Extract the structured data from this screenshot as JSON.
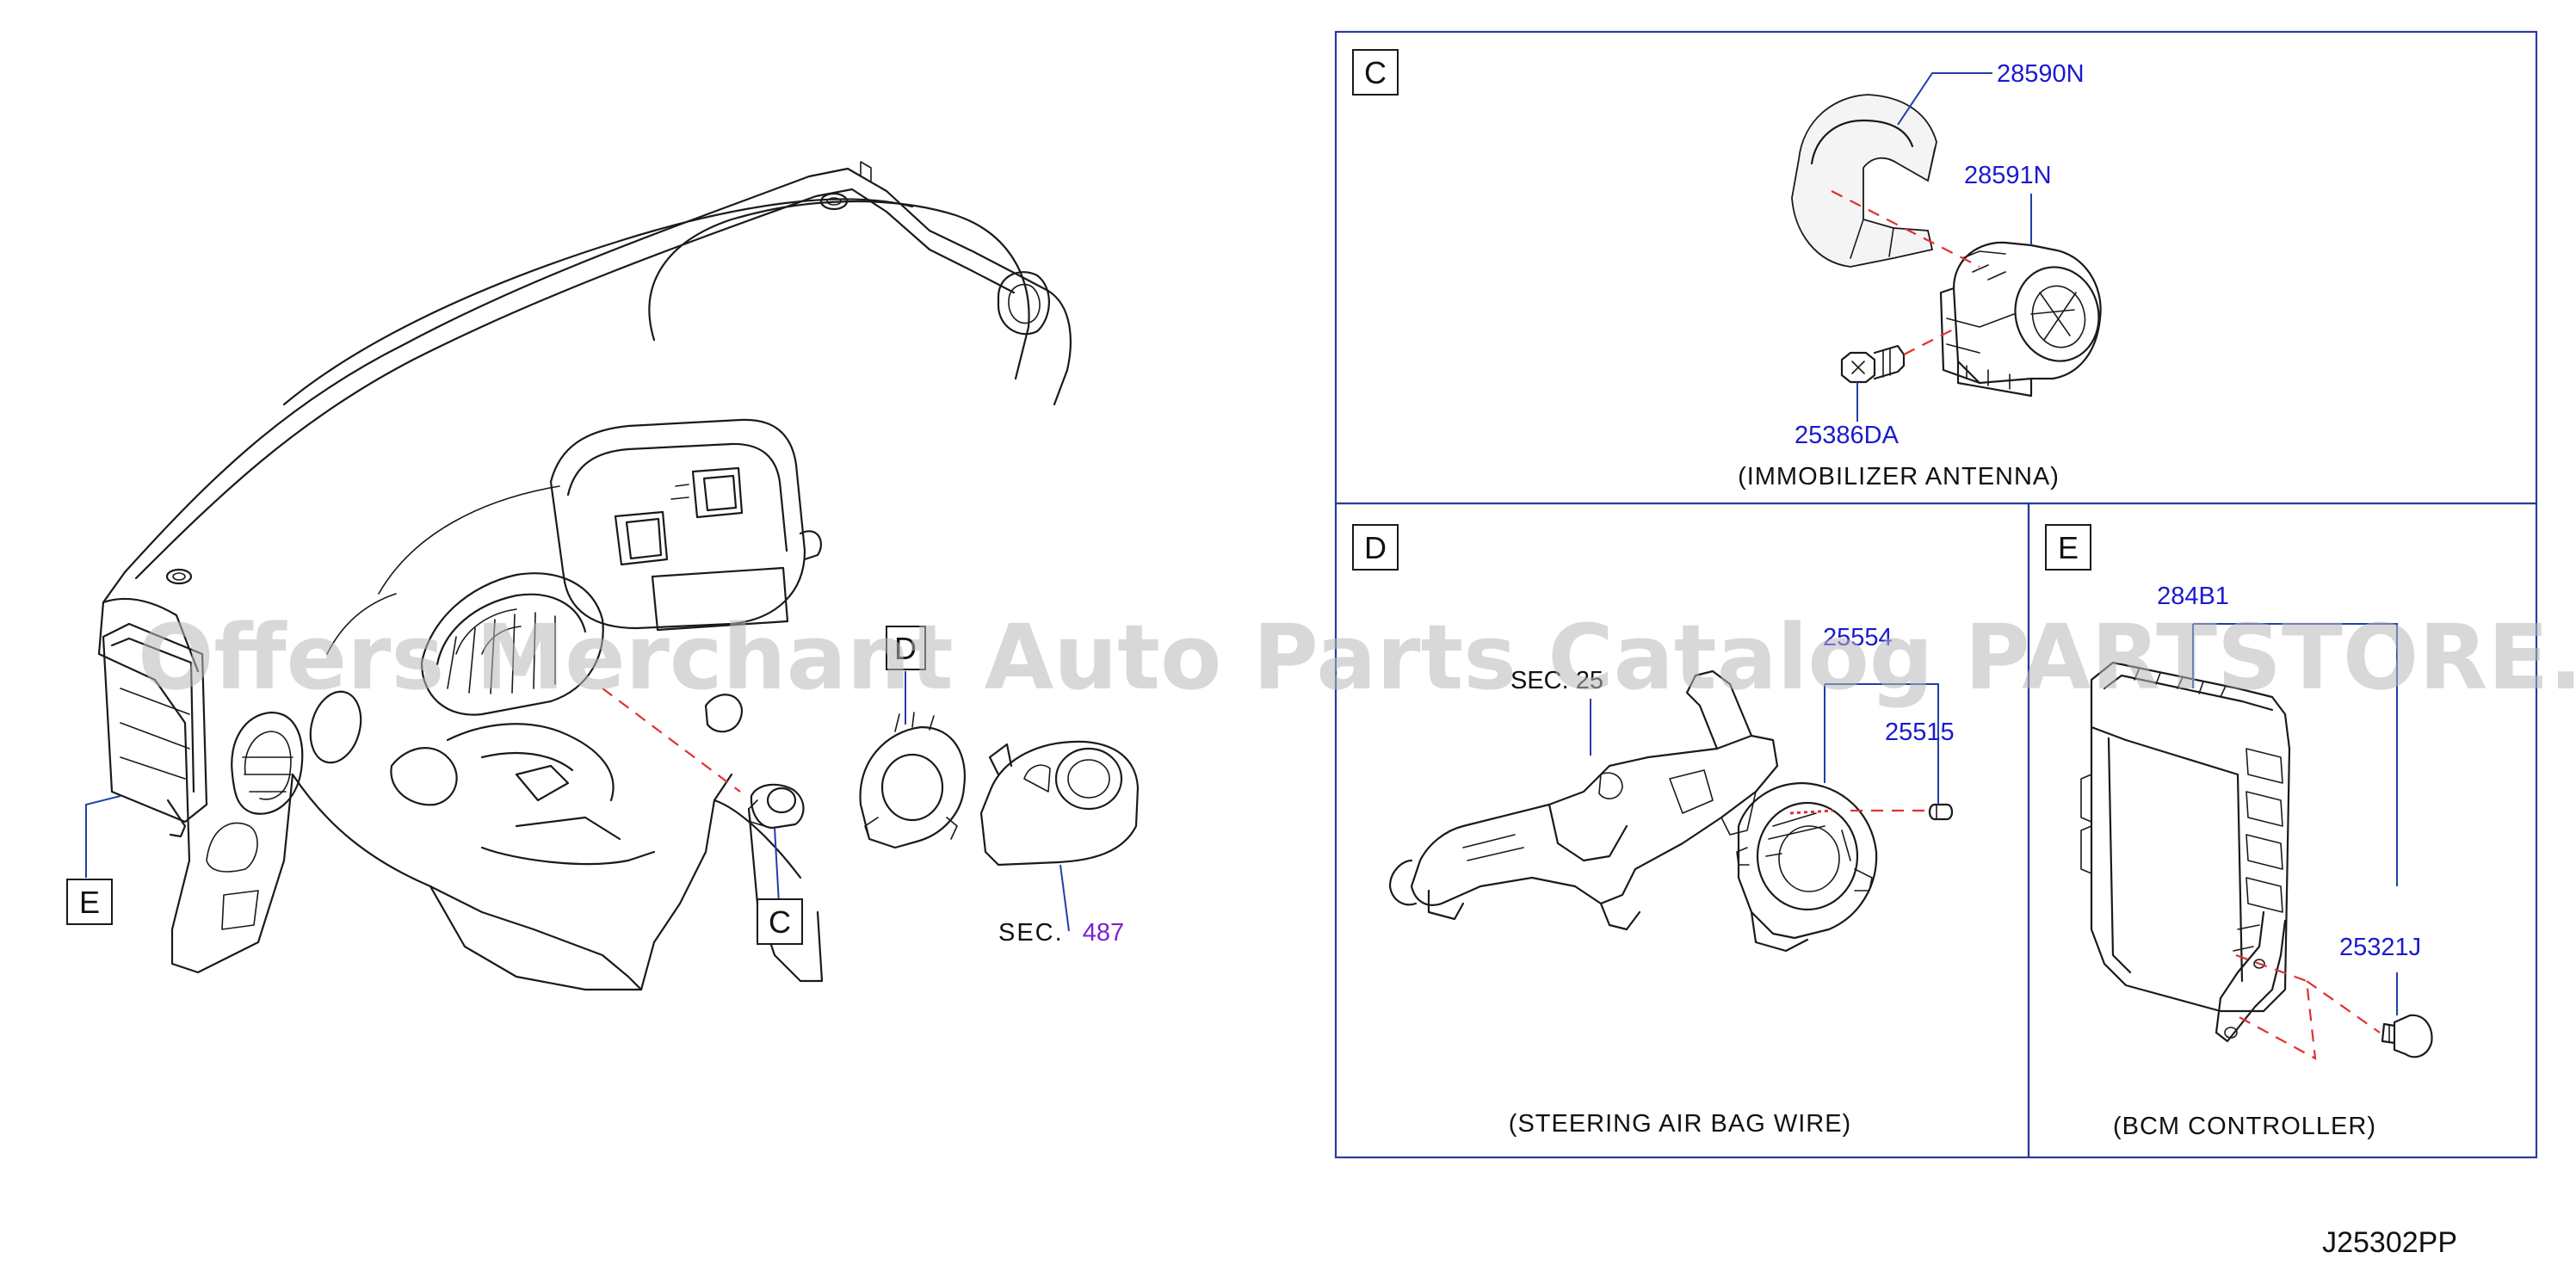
{
  "diagram_code": "J25302PP",
  "watermark": "Offers Merchant Auto Parts Catalog PARTSTORE.SA",
  "overview": {
    "callouts": [
      {
        "letter": "D"
      },
      {
        "letter": "C"
      },
      {
        "letter": "E"
      }
    ],
    "section_prefix": "SEC.",
    "section_number": "487"
  },
  "panels": {
    "immobilizer": {
      "letter": "C",
      "caption": "(IMMOBILIZER   ANTENNA)",
      "parts": [
        "28590N",
        "28591N",
        "25386DA"
      ]
    },
    "steering": {
      "letter": "D",
      "caption": "(STEERING   AIR   BAG   WIRE)",
      "parts": [
        "25515"
      ],
      "partial_labels": [
        "SEC. 25",
        "25554"
      ]
    },
    "bcm": {
      "letter": "E",
      "caption": "(BCM   CONTROLLER)",
      "parts": [
        "284B1",
        "25321J"
      ]
    }
  },
  "colors": {
    "part_number": "#1a1ad0",
    "leader": "#1f3fa8",
    "dashed_guide": "#e03030",
    "panel_border": "#2a3d99",
    "section_number": "#7a22cc"
  }
}
